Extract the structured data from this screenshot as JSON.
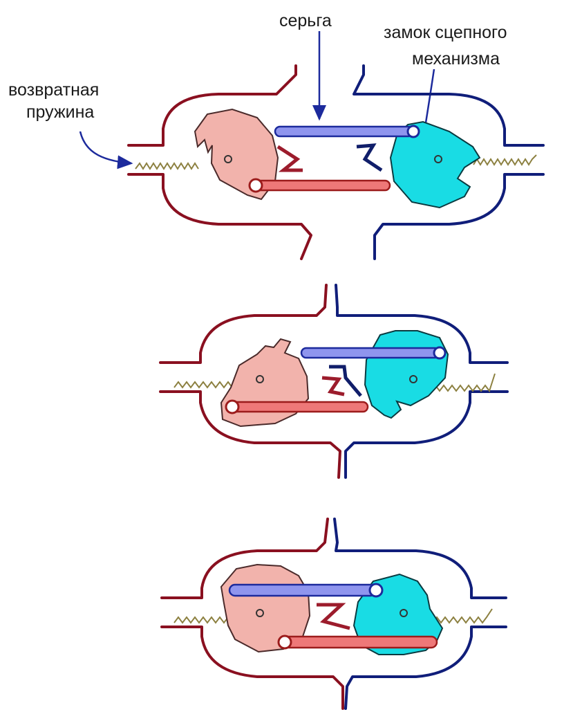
{
  "labels": {
    "link": "серьга",
    "lock_line1": "замок сцепного",
    "lock_line2": "механизма",
    "spring_line1": "возвратная",
    "spring_line2": "пружина"
  },
  "colors": {
    "left_body": "#8a1020",
    "right_body": "#101e7a",
    "left_lock": "#f2b3ac",
    "right_lock": "#19dce4",
    "blue_link": "#8f95ee",
    "red_link": "#ee7878",
    "pointer": "#1c2a9c"
  },
  "stages": [
    "uncoupled",
    "engaging",
    "coupled"
  ]
}
